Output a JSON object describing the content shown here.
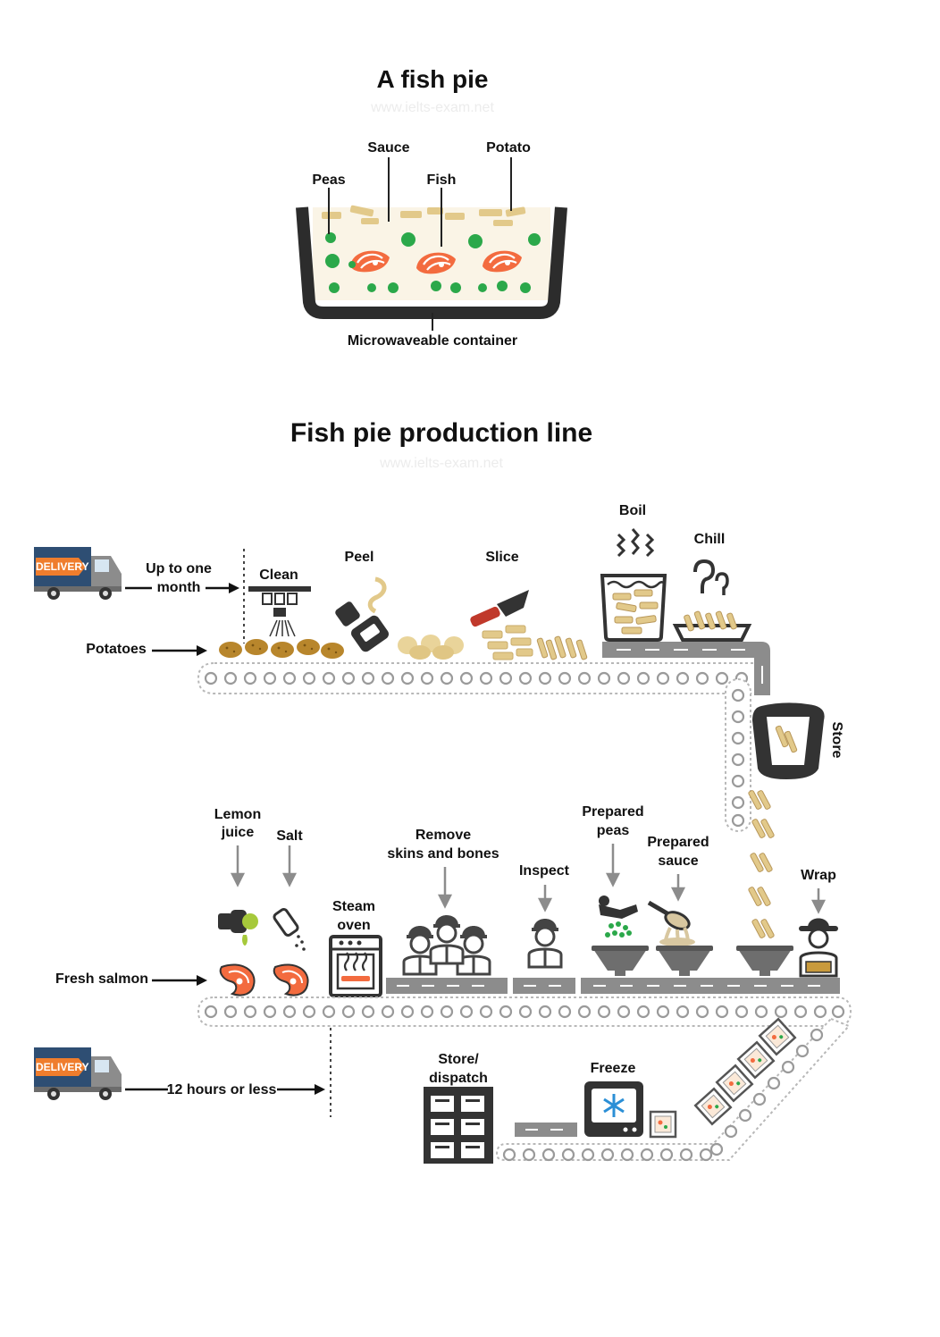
{
  "pie_diagram": {
    "title": "A fish pie",
    "labels": {
      "sauce": "Sauce",
      "potato": "Potato",
      "peas": "Peas",
      "fish": "Fish",
      "container": "Microwaveable container"
    }
  },
  "production_line": {
    "title": "Fish pie production line",
    "watermark": "www.ielts-exam.net",
    "delivery_label": "DELIVERY",
    "potato_delivery_time": [
      "Up to one",
      "month"
    ],
    "salmon_delivery_time": "12 hours or less",
    "inputs": {
      "potatoes": "Potatoes",
      "fresh_salmon": "Fresh salmon"
    },
    "steps": {
      "clean": "Clean",
      "peel": "Peel",
      "slice": "Slice",
      "boil": "Boil",
      "chill": "Chill",
      "store": "Store",
      "lemon_juice": [
        "Lemon",
        "juice"
      ],
      "salt": "Salt",
      "steam_oven": [
        "Steam",
        "oven"
      ],
      "remove": [
        "Remove",
        "skins and bones"
      ],
      "inspect": "Inspect",
      "prepared_peas": [
        "Prepared",
        "peas"
      ],
      "prepared_sauce": [
        "Prepared",
        "sauce"
      ],
      "wrap": "Wrap",
      "freeze": "Freeze",
      "store_dispatch": [
        "Store/",
        "dispatch"
      ]
    }
  },
  "colors": {
    "truck_blue": "#2e4e73",
    "truck_orange": "#ef7d2d",
    "belt_grey": "#8c8c8c",
    "potato": "#c99a3c",
    "potato_light": "#e9d49a",
    "salmon": "#f36b3f",
    "peas": "#2ba84a",
    "dark": "#333333"
  }
}
